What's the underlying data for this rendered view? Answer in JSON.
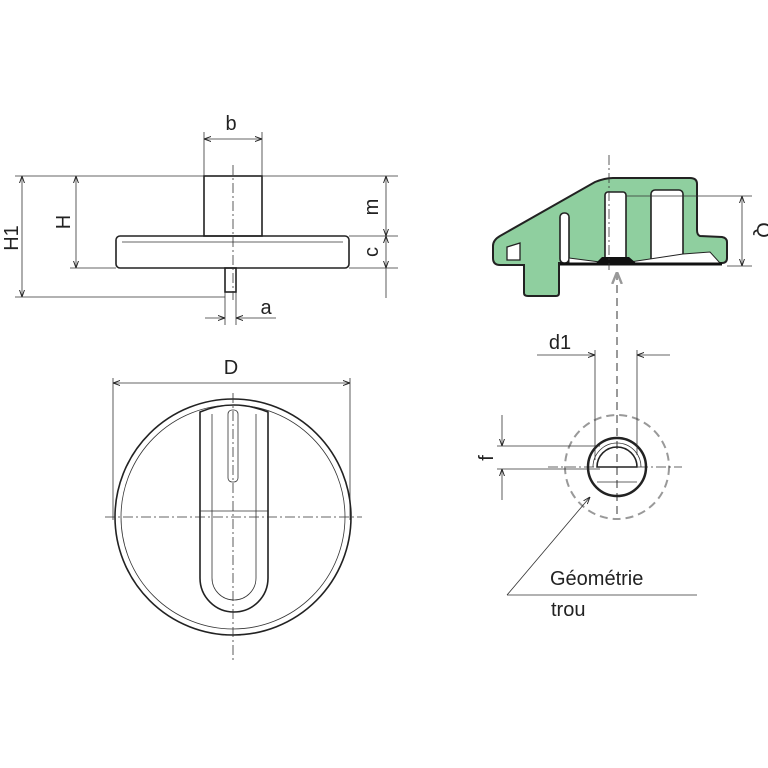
{
  "labels": {
    "b": "b",
    "H1": "H1",
    "H": "H",
    "m": "m",
    "c": "c",
    "a": "a",
    "D": "D",
    "Q": "Q",
    "d1": "d1",
    "f": "f",
    "note_line1": "Géométrie",
    "note_line2": "trou"
  },
  "colors": {
    "section_fill": "#8fcf9f",
    "line": "#222222",
    "hidden": "#999999"
  }
}
